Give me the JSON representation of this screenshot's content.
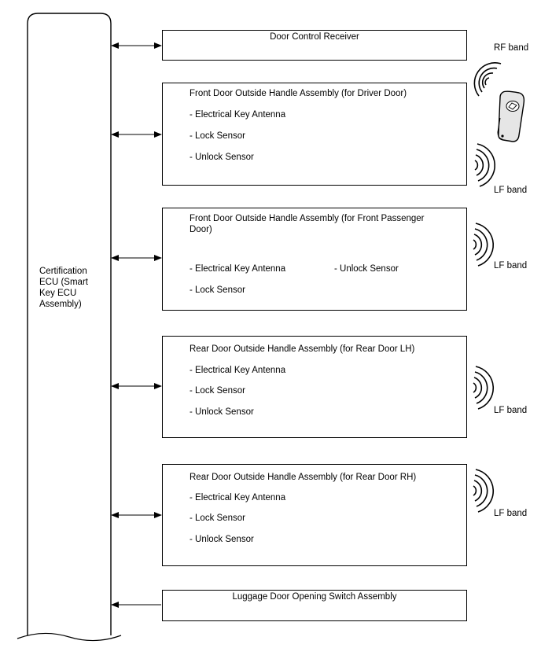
{
  "ecu": {
    "label": "Certification ECU (Smart Key ECU Assembly)"
  },
  "door_control_receiver": {
    "title": "Door Control Receiver"
  },
  "front_driver": {
    "title": "Front Door Outside Handle Assembly (for Driver Door)",
    "items": [
      "- Electrical Key Antenna",
      "- Lock Sensor",
      "- Unlock Sensor"
    ]
  },
  "front_passenger": {
    "title": "Front Door Outside Handle Assembly (for Front Passenger Door)",
    "items": [
      "- Electrical Key Antenna",
      "- Unlock Sensor",
      "- Lock Sensor"
    ]
  },
  "rear_lh": {
    "title": "Rear Door Outside Handle Assembly (for Rear Door LH)",
    "items": [
      "- Electrical Key Antenna",
      "- Lock Sensor",
      "- Unlock Sensor"
    ]
  },
  "rear_rh": {
    "title": "Rear Door Outside Handle Assembly (for Rear Door RH)",
    "items": [
      "- Electrical Key Antenna",
      "- Lock Sensor",
      "- Unlock Sensor"
    ]
  },
  "luggage": {
    "title": "Luggage Door Opening Switch Assembly"
  },
  "bands": {
    "rf": "RF band",
    "lf": "LF band"
  }
}
